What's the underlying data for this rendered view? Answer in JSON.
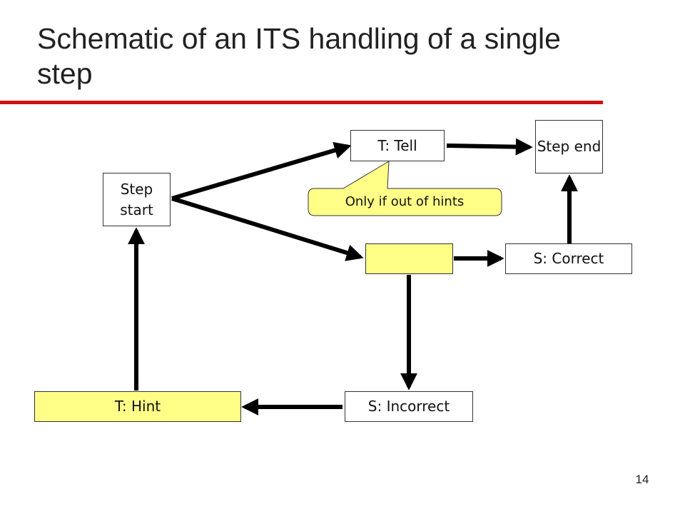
{
  "slide": {
    "title": "Schematic of an ITS handling of a single step",
    "page_number": "14"
  },
  "diagram": {
    "nodes": {
      "step_start": "Step start",
      "tell": "T: Tell",
      "step_end": "Step end",
      "blank": "",
      "correct": "S: Correct",
      "incorrect": "S: Incorrect",
      "hint": "T: Hint"
    },
    "callout": "Only if out of hints",
    "colors": {
      "highlight_fill": "#ffff88",
      "accent_rule": "#cc1111",
      "arrow": "#000000"
    }
  }
}
